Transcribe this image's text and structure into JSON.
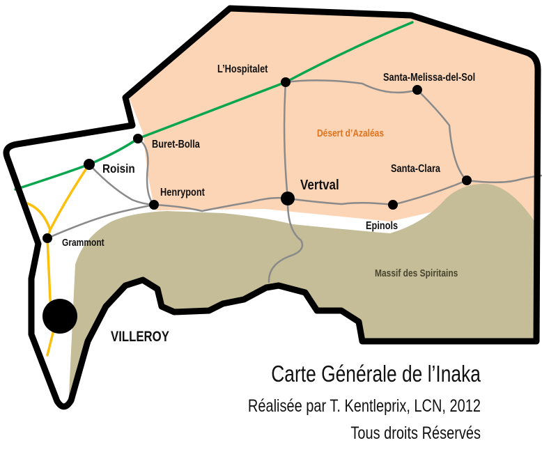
{
  "map": {
    "colors": {
      "land": "#ffffff",
      "desert": "#fbd5b5",
      "mountains": "#c4bd97",
      "border": "#000000",
      "rail_green": "#0aa64f",
      "road_yellow": "#fcbf0a",
      "road_gray": "#8a8a8a",
      "desert_label": "#e2731e",
      "mountain_label": "#4a4530"
    },
    "cities": {
      "roisin": "Roisin",
      "buret_bolla": "Buret-Bolla",
      "henrypont": "Henrypont",
      "grammont": "Grammont",
      "villeroy": "VILLEROY",
      "hospitalet": "L’Hospitalet",
      "vertval": "Vertval",
      "epinols": "Epinols",
      "santa_melissa": "Santa-Melissa-del-Sol",
      "santa_clara": "Santa-Clara"
    },
    "regions": {
      "desert": "Désert d’Azaléas",
      "mountains": "Massif des Spiritains"
    },
    "title": "Carte Générale de l’Inaka",
    "credit": "Réalisée par T. Kentleprix, LCN, 2012",
    "rights": "Tous droits Réservés"
  }
}
